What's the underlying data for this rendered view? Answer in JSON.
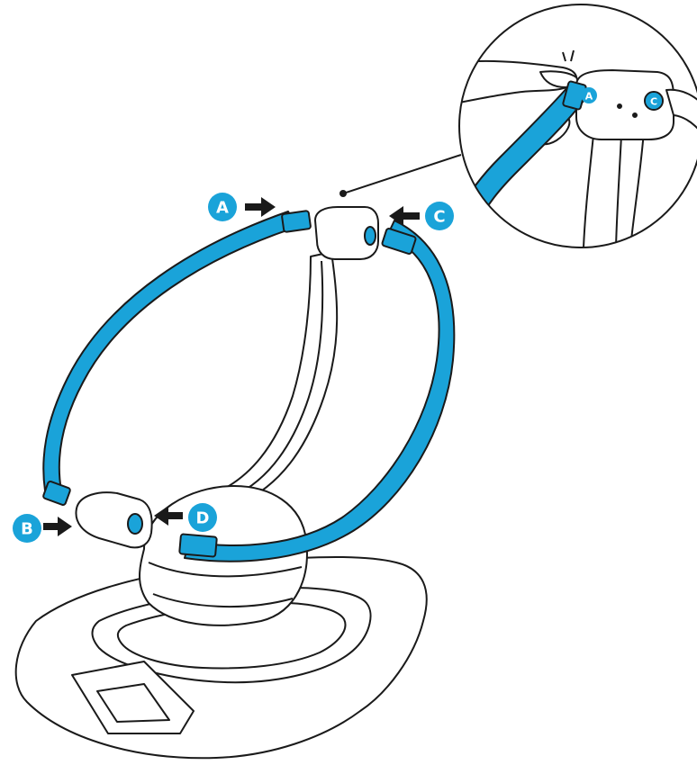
{
  "colors": {
    "accent": "#1aa3d9",
    "accent_dark": "#0f7fae",
    "outline": "#1a1a1a",
    "arrow": "#1a1a1a",
    "background": "#ffffff"
  },
  "labels": {
    "a": "A",
    "b": "B",
    "c": "C",
    "d": "D"
  },
  "zoom_labels": {
    "a": "A",
    "c": "C"
  },
  "icons": {
    "arrow_a": "arrow-right-icon",
    "arrow_b": "arrow-right-icon",
    "arrow_c": "arrow-left-icon",
    "arrow_d": "arrow-left-icon",
    "zoom": "magnified-detail-circle"
  }
}
